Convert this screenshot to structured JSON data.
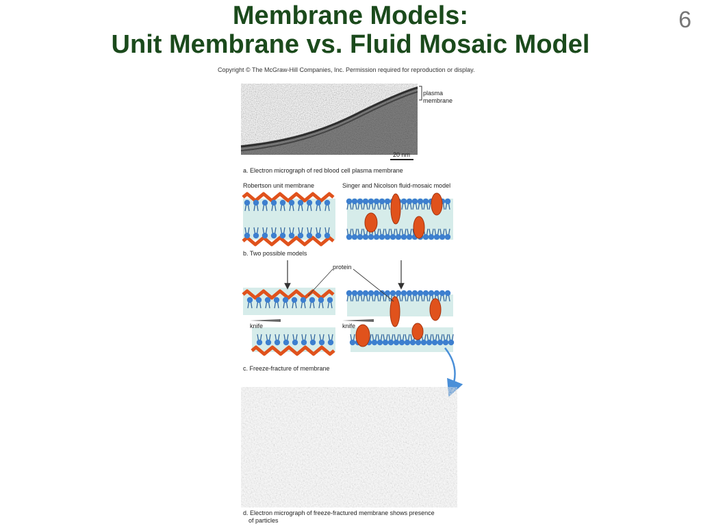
{
  "slide": {
    "title_line1": "Membrane Models:",
    "title_line2": "Unit Membrane vs. Fluid Mosaic Model",
    "number": "6"
  },
  "figure": {
    "copyright": "Copyright © The McGraw-Hill Companies, Inc. Permission required for reproduction or display.",
    "micrograph_label_line1": "plasma",
    "micrograph_label_line2": "membrane",
    "scale_bar": "20 nm",
    "caption_a": "a. Electron micrograph of red blood cell plasma membrane",
    "model_left_title": "Robertson unit membrane",
    "model_right_title": "Singer and Nicolson fluid-mosaic model",
    "caption_b": "b. Two possible models",
    "protein_label": "protein",
    "knife_label": "knife",
    "caption_c": "c. Freeze-fracture of membrane",
    "caption_d_line1": "d. Electron micrograph of freeze-fractured membrane shows presence",
    "caption_d_line2": "of particles"
  },
  "colors": {
    "title": "#1b4a1c",
    "protein": "#e0521c",
    "lipid_head": "#3d7fcf",
    "tail": "#2a5f9a",
    "layer_bg": "#d6ecea",
    "arrow": "#4a8fd8"
  }
}
